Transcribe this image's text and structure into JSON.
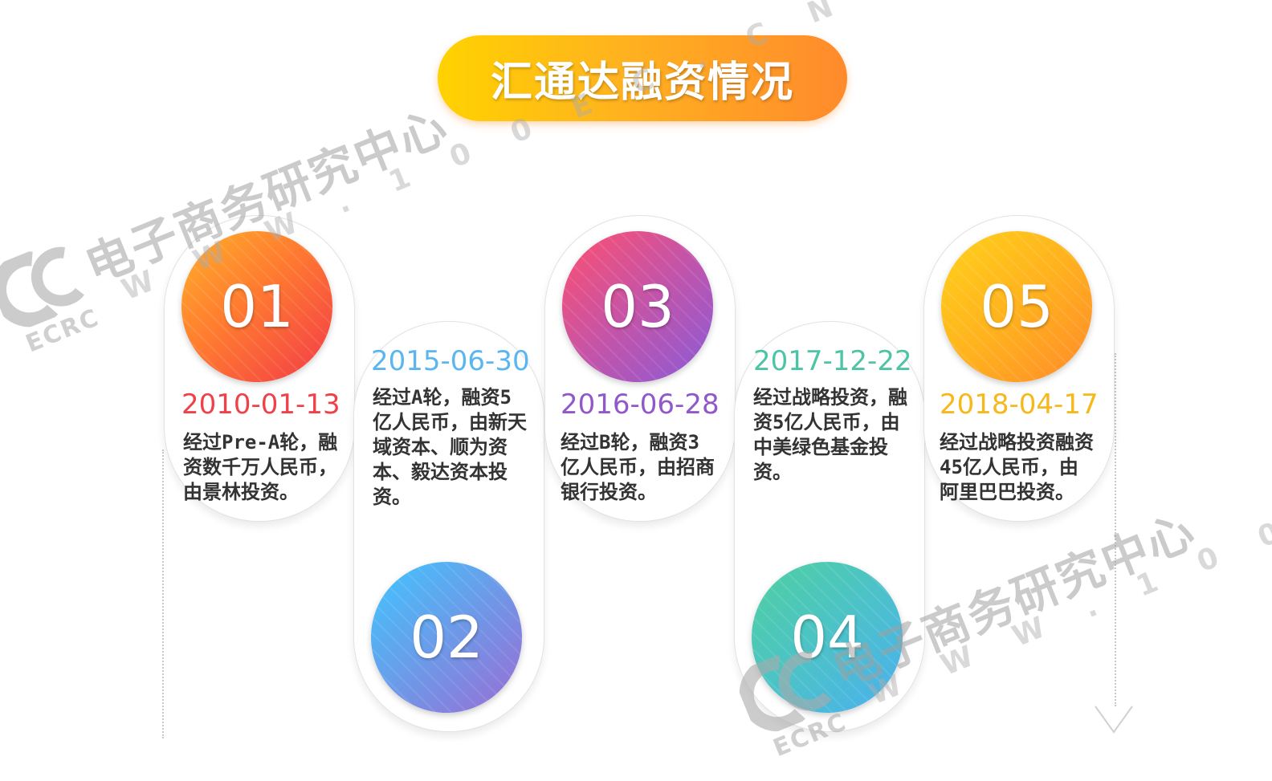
{
  "title": "汇通达融资情况",
  "watermark": {
    "cn": "电子商务研究中心",
    "url": "W W W . 1 0 0 E C . C N",
    "logo_text": "ECRC"
  },
  "steps": [
    {
      "number": "01",
      "date": "2010-01-13",
      "desc": "经过Pre-A轮，融资数千万人民币，由景林投资。",
      "color": "#f0404a"
    },
    {
      "number": "02",
      "date": "2015-06-30",
      "desc": "经过A轮，融资5亿人民币，由新天域资本、顺为资本、毅达资本投资。",
      "color": "#5bb6f0"
    },
    {
      "number": "03",
      "date": "2016-06-28",
      "desc": "经过B轮，融资3亿人民币，由招商银行投资。",
      "color": "#9058c8"
    },
    {
      "number": "04",
      "date": "2017-12-22",
      "desc": "经过战略投资，融资5亿人民币，由中美绿色基金投资。",
      "color": "#4cc4a6"
    },
    {
      "number": "05",
      "date": "2018-04-17",
      "desc": "经过战略投资融资45亿人民币，由阿里巴巴投资。",
      "color": "#f6b81a"
    }
  ]
}
